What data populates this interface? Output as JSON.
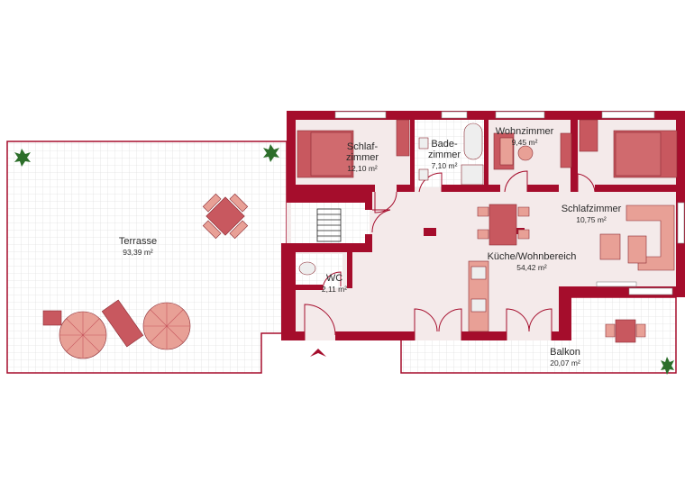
{
  "rooms": [
    {
      "name": "Schlafzimmer",
      "line1": "Schlaf-",
      "line2": "zimmer",
      "area": "12,10 m²"
    },
    {
      "name": "Badezimmer",
      "line1": "Bade-",
      "line2": "zimmer",
      "area": "7,10 m²"
    },
    {
      "name": "Wohnzimmer",
      "area": "9,45 m²"
    },
    {
      "name": "Schlafzimmer",
      "area": "10,75 m²"
    },
    {
      "name": "Küche/Wohnbereich",
      "area": "54,42 m²"
    },
    {
      "name": "WC",
      "area": "2,11 m²"
    },
    {
      "name": "Terrasse",
      "area": "93,39 m²"
    },
    {
      "name": "Balkon",
      "area": "20,07 m²"
    }
  ],
  "colors": {
    "wall": "#a50d2c",
    "floor": "#f4eaea",
    "furniture": "#c8585f",
    "furniture_light": "#e8a096"
  }
}
